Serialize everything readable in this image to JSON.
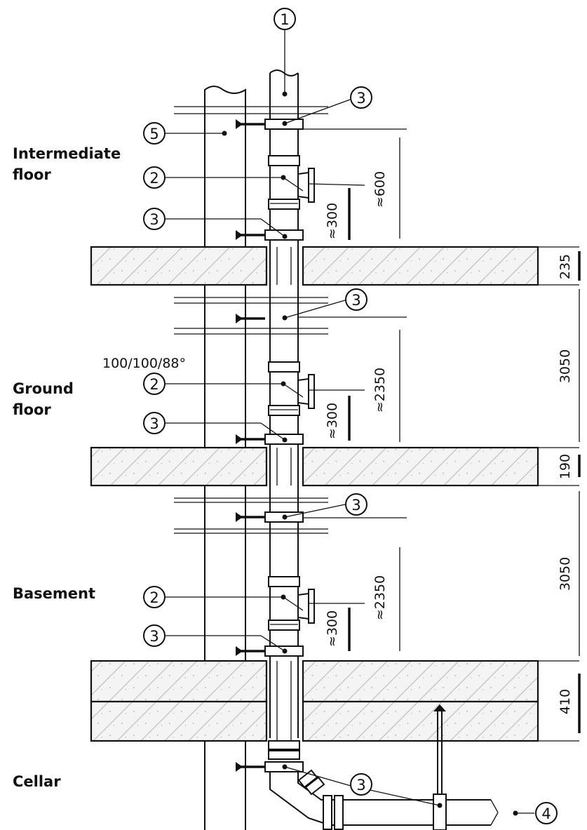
{
  "floors": {
    "intermediate": "Intermediate floor",
    "intermediate_l1": "Intermediate",
    "intermediate_l2": "floor",
    "ground_l1": "Ground",
    "ground_l2": "floor",
    "basement": "Basement",
    "cellar": "Cellar"
  },
  "fitting_label": "100/100/88°",
  "callouts": {
    "c1": "1",
    "c2": "2",
    "c3": "3",
    "c4": "4",
    "c5": "5"
  },
  "dimensions": {
    "slab_top": "235",
    "slab_mid": "190",
    "slab_bottom": "410",
    "storey_height": "3050",
    "branch_upper": "≈600",
    "branch_lower": "≈2350",
    "clamp_spacing": "≈300"
  }
}
